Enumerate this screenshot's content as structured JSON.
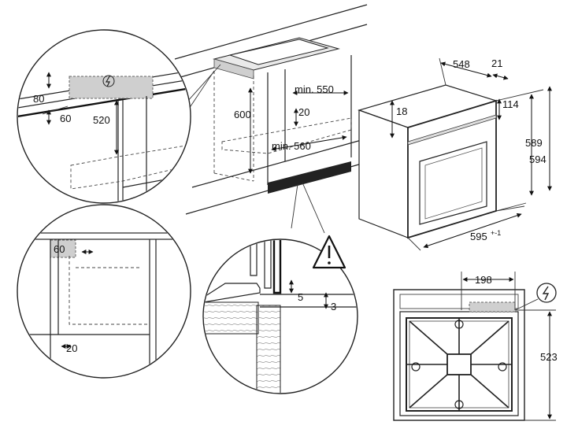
{
  "dimensions": {
    "cabinet_height": "600",
    "min_depth": "min. 550",
    "gap_top": "20",
    "min_width": "min. 560",
    "oven_depth": "548",
    "front_thickness": "21",
    "top_offset": "18",
    "front_height_small": "114",
    "oven_height": "589",
    "total_height": "594",
    "oven_width": "595",
    "oven_width_tol": "+-1",
    "detail_80": "80",
    "detail_60_top": "60",
    "detail_520": "520",
    "detail_60_side": "60",
    "detail_20": "20",
    "detail_5": "5",
    "detail_3": "3",
    "socket_198": "198",
    "socket_523": "523"
  },
  "icons": {
    "power": "electric-power-icon",
    "warning": "warning-triangle-icon"
  }
}
